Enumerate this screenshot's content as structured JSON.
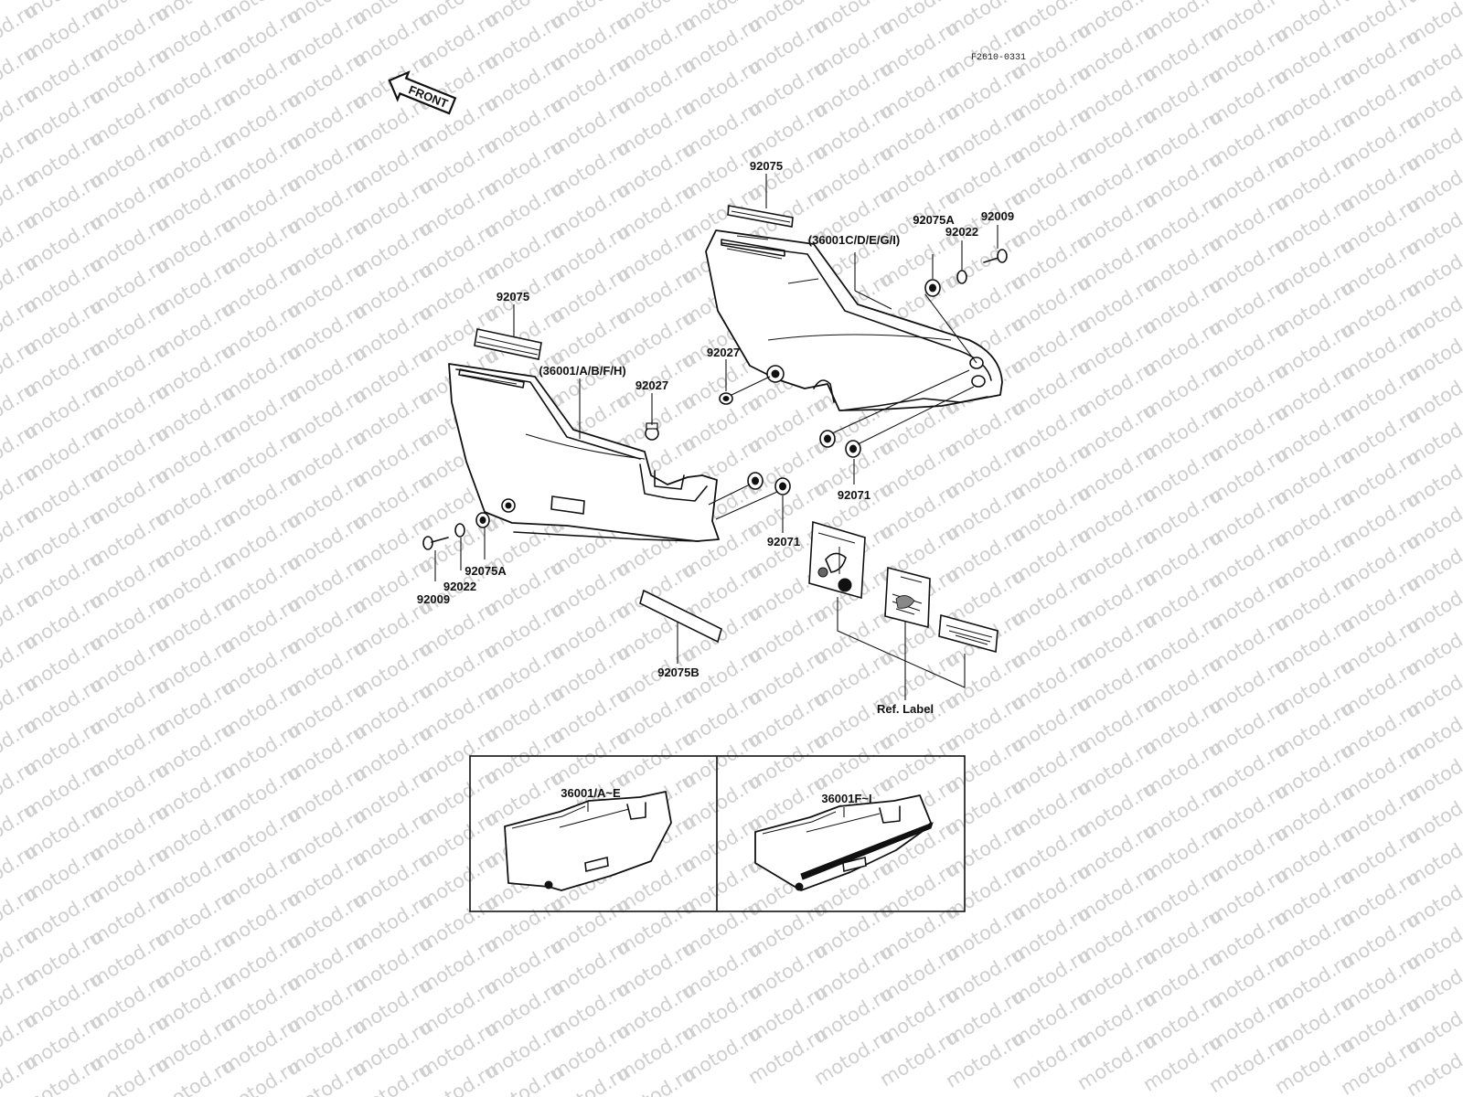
{
  "document": {
    "code": "F2610-0331",
    "front_label": "FRONT",
    "watermark": "motod.ru"
  },
  "callouts": {
    "trim_top_left": "92075",
    "trim_top_right": "92075",
    "cover_left": "(36001/A/B/F/H)",
    "cover_right": "(36001C/D/E/G/I)",
    "grommet_left": "92027",
    "grommet_right": "92027",
    "bolt_left": "92009",
    "washer_left": "92022",
    "damper_left": "92075A",
    "bolt_right": "92009",
    "washer_right": "92022",
    "damper_right": "92075A",
    "bushing_left": "92071",
    "bushing_right": "92071",
    "strip_bottom": "92075B",
    "ref_label": "Ref. Label"
  },
  "variants": {
    "left_caption": "36001/A~E",
    "right_caption": "36001F~I"
  }
}
